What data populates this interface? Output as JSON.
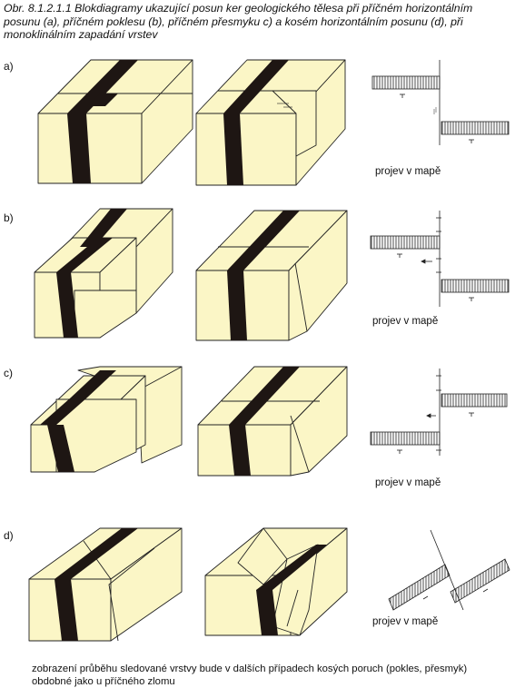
{
  "caption": "Obr. 8.1.2.1.1 Blokdiagramy ukazující posun ker geologického tělesa při příčném horizontálním posunu (a), příčném poklesu (b), příčném přesmyku c) a kosém horizontálním posunu (d),  při monoklinálním zapadání vrstev",
  "rows": [
    {
      "label": "a)",
      "map_label": "projev v mapě"
    },
    {
      "label": "b)",
      "map_label": "projev v mapě"
    },
    {
      "label": "c)",
      "map_label": "projev v mapě"
    },
    {
      "label": "d)",
      "map_label": "projev v mapě"
    }
  ],
  "footnote": "zobrazení průběhu sledované vrstvy bude v dalších případech kosých poruch (pokles, přesmyk) obdobné jako u příčného zlomu",
  "colors": {
    "block_fill": "#fbf6c6",
    "stroke": "#222222",
    "layer": "#1e1613"
  }
}
